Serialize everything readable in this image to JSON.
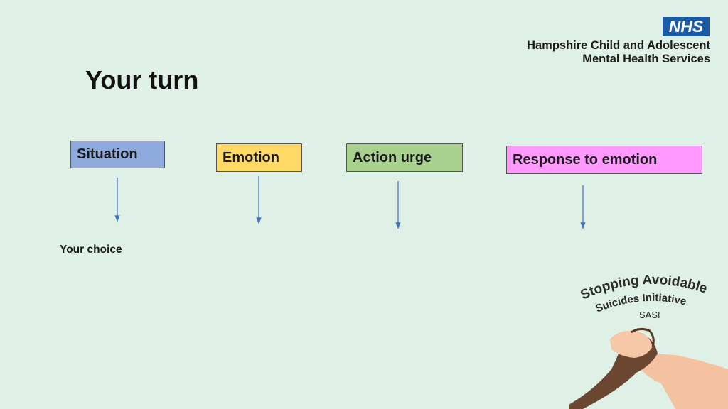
{
  "header": {
    "nhs_logo": "NHS",
    "org_line1": "Hampshire Child and Adolescent",
    "org_line2": "Mental Health Services"
  },
  "title": "Your turn",
  "boxes": [
    {
      "label": "Situation",
      "color": "#8faadc"
    },
    {
      "label": "Emotion",
      "color": "#ffd966"
    },
    {
      "label": "Action urge",
      "color": "#a9d18e"
    },
    {
      "label": "Response to emotion",
      "color": "#ff99ff"
    }
  ],
  "your_choice": "Your choice",
  "sasi": {
    "line1": "Stopping Avoidable",
    "line2": "Suicides Initiative",
    "abbr": "SASI"
  },
  "colors": {
    "background": "#dff0e6",
    "nhs_blue": "#1a5ba8",
    "arrow": "#4472c4"
  }
}
